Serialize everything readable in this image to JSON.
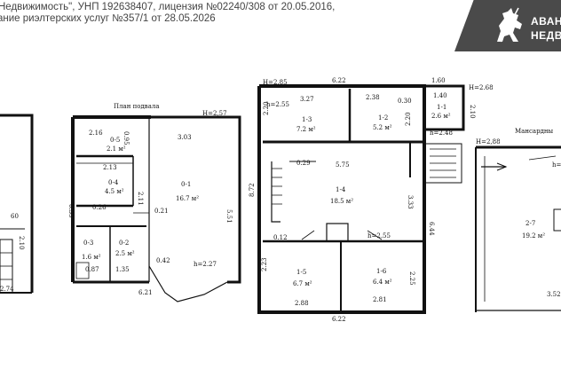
{
  "header": {
    "line1": "Недвижимость\", УНП 192638407, лицензия №02240/308 от 20.05.2016,",
    "line2": "ание риэлтерских услуг №357/1 от 28.05.2026"
  },
  "logo": {
    "icon": "knight-horse-icon",
    "line1": "АВАН",
    "line2": "НЕДВ"
  },
  "plan_left": {
    "title": "План подвала",
    "ceiling": "H=2,57",
    "dims": [
      "2.16",
      "0.95",
      "3.03",
      "2.13",
      "6.35",
      "2.11",
      "0.26",
      "0.21",
      "5.51",
      "0.42",
      "0.87",
      "1.35",
      "h=2.27",
      "6.21"
    ],
    "rooms": [
      {
        "num": "0-5",
        "area": "2.1 м²"
      },
      {
        "num": "0-4",
        "area": "4.5 м²"
      },
      {
        "num": "0-1",
        "area": "16.7 м²"
      },
      {
        "num": "0-3",
        "area": "1.6 м²"
      },
      {
        "num": "0-2",
        "area": "2.5 м²"
      }
    ]
  },
  "plan_mid": {
    "ceiling1": "H=2.85",
    "ceiling2": "H=2.68",
    "dims": [
      "6.22",
      "1.60",
      "h=2.55",
      "3.27",
      "2.38",
      "0.30",
      "1.40",
      "2.20",
      "2.10",
      "2.20",
      "h=2.48",
      "0.29",
      "5.75",
      "8.72",
      "3.33",
      "6.44",
      "0.12",
      "h=2.55",
      "2.23",
      "2.25",
      "2.88",
      "2.81",
      "6.22"
    ],
    "rooms": [
      {
        "num": "1-3",
        "area": "7.2 м²"
      },
      {
        "num": "1-2",
        "area": "5.2 м²"
      },
      {
        "num": "1-1",
        "area": "2.6 м²"
      },
      {
        "num": "1-4",
        "area": "18.5 м²"
      },
      {
        "num": "1-5",
        "area": "6.7 м²"
      },
      {
        "num": "1-6",
        "area": "6.4 м²"
      }
    ]
  },
  "plan_right": {
    "ceiling": "H=2,88",
    "title": "Мансардны",
    "room": {
      "num": "2-7",
      "area": "19.2 м²"
    },
    "dims": [
      "h=",
      "3.52"
    ]
  },
  "plan_far_left": {
    "dims": [
      "60",
      "2.10",
      "2.74"
    ]
  }
}
